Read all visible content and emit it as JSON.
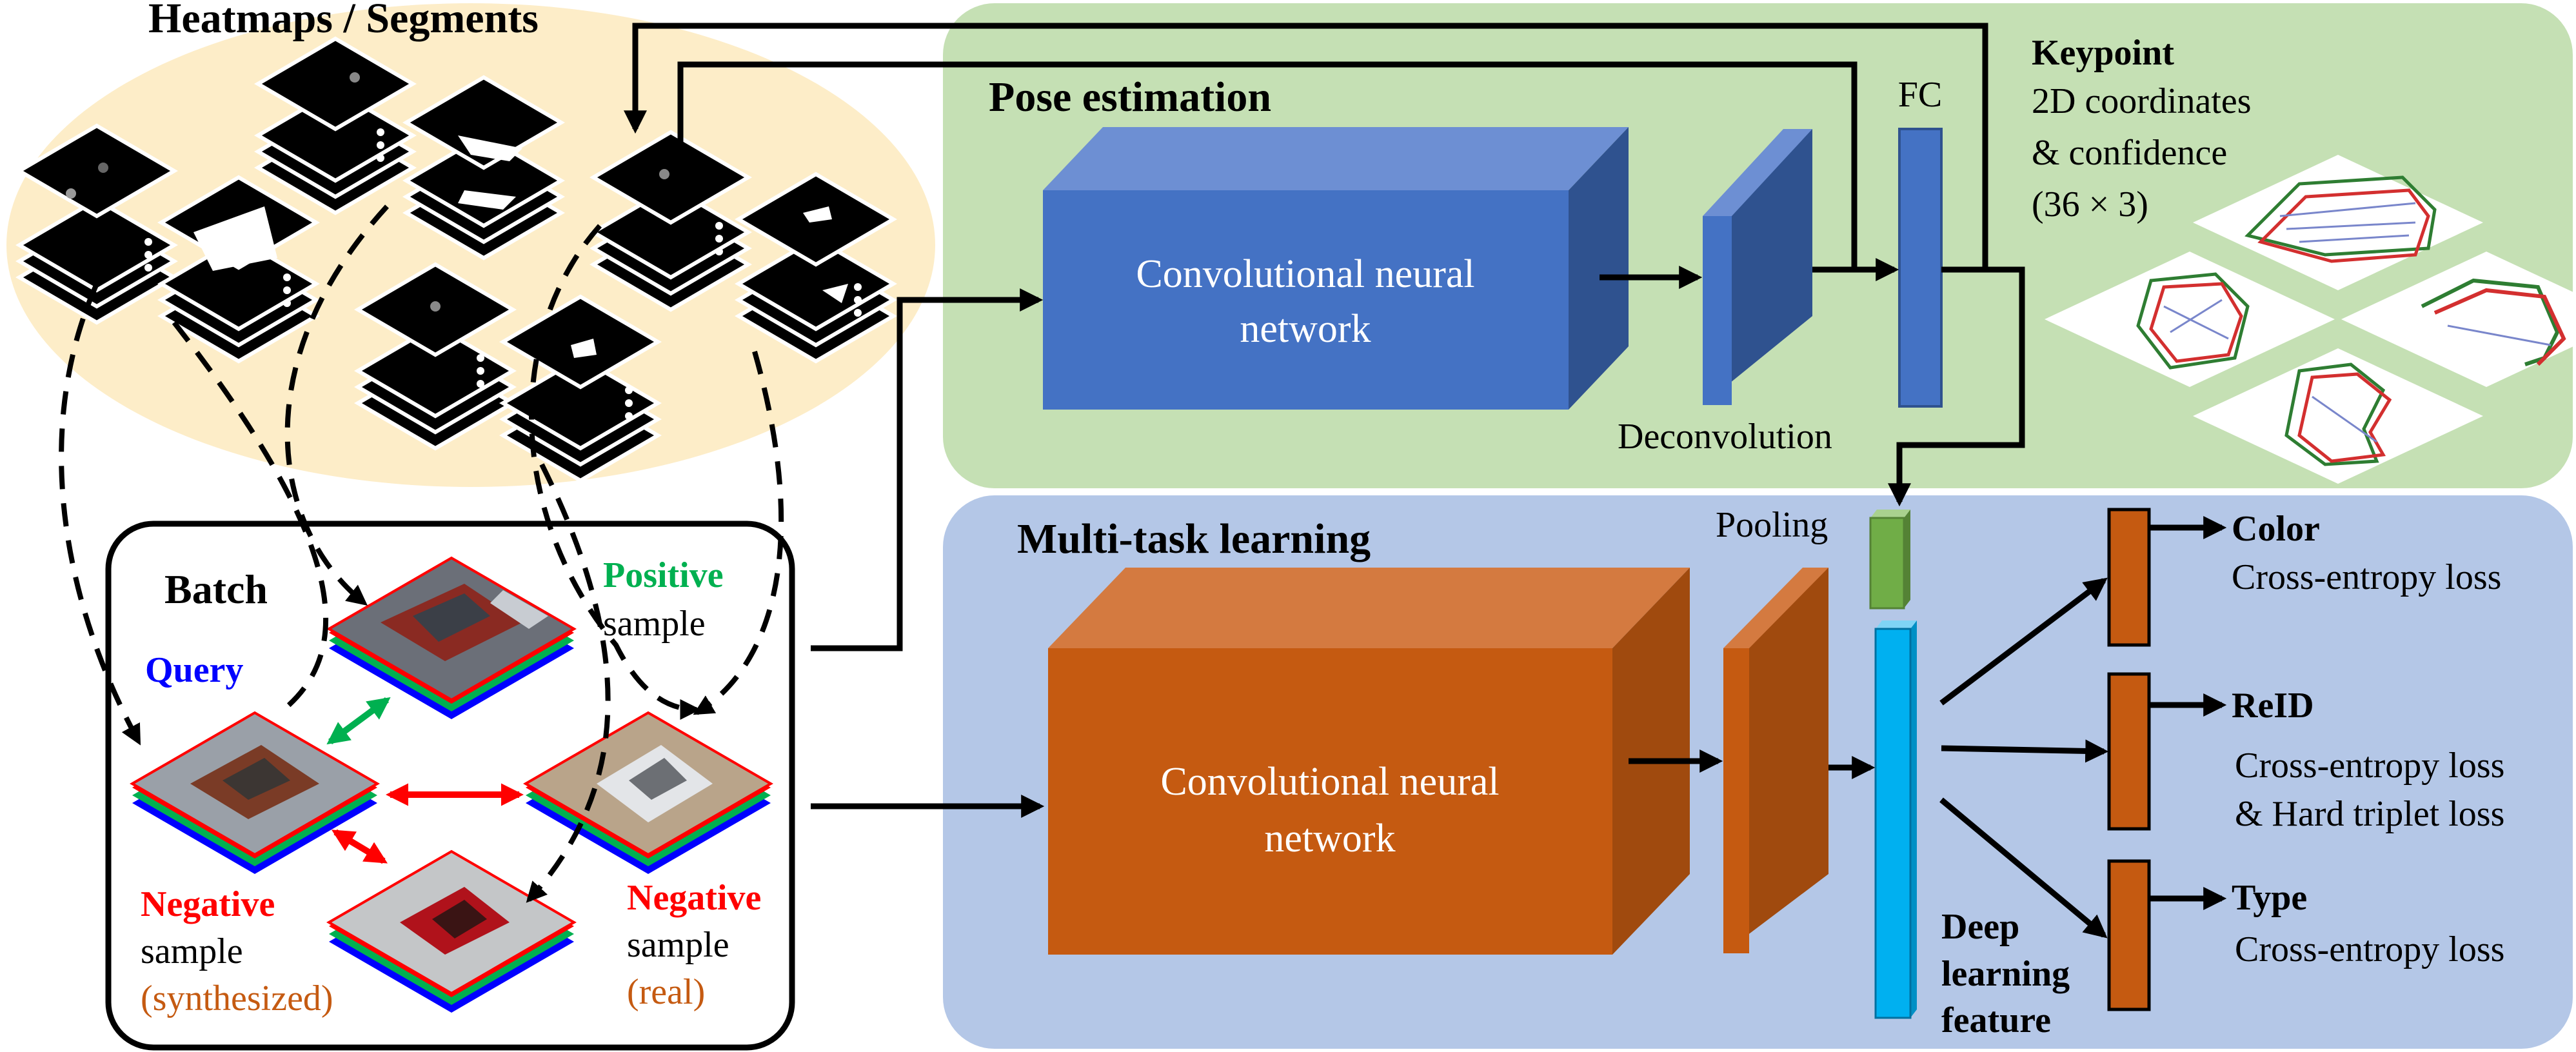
{
  "heatmaps": {
    "title": "Heatmaps / Segments"
  },
  "pose": {
    "title": "Pose estimation",
    "cnn_label_line1": "Convolutional neural",
    "cnn_label_line2": "network",
    "deconv_label": "Deconvolution",
    "fc_label": "FC"
  },
  "keypoint": {
    "title": "Keypoint",
    "line1": "2D coordinates",
    "line2": "& confidence",
    "line3": "(36 × 3)"
  },
  "batch": {
    "title": "Batch",
    "query": "Query",
    "positive": "Positive",
    "positive_sub": "sample",
    "neg_synth": "Negative",
    "neg_synth_sub": "sample",
    "neg_synth_tag": "(synthesized)",
    "neg_real": "Negative",
    "neg_real_sub": "sample",
    "neg_real_tag": "(real)"
  },
  "mtl": {
    "title": "Multi-task learning",
    "cnn_label_line1": "Convolutional neural",
    "cnn_label_line2": "network",
    "pooling_label": "Pooling",
    "feature_line1": "Deep",
    "feature_line2": "learning",
    "feature_line3": "feature"
  },
  "outputs": {
    "color_title": "Color",
    "color_loss": "Cross-entropy loss",
    "reid_title": "ReID",
    "reid_loss1": "Cross-entropy loss",
    "reid_loss2": "& Hard triplet loss",
    "type_title": "Type",
    "type_loss": "Cross-entropy loss"
  },
  "colors": {
    "heatmap_bg": "#fdedc8",
    "pose_panel": "#c5e0b4",
    "mtl_panel": "#b4c7e7",
    "cnn_blue": "#4472c4",
    "cnn_orange": "#c55a11",
    "pooling_green": "#70ad47",
    "feature_cyan": "#00b0f0",
    "query_blue": "#0000ff",
    "positive_green": "#00b050",
    "negative_red": "#ff0000",
    "tag_orange": "#c55a11"
  }
}
